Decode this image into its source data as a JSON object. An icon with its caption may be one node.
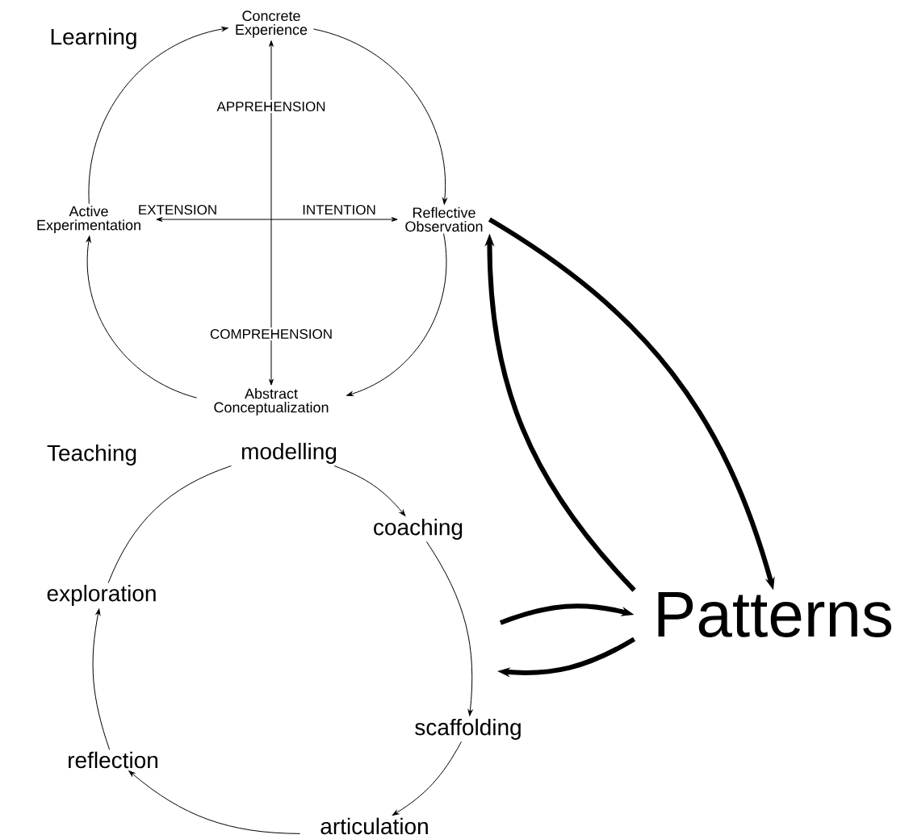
{
  "diagram": {
    "nodes": [
      {
        "text": [
          "Concrete Experience"
        ]
      },
      {
        "text": [
          "Reflective Observation"
        ]
      },
      {
        "text": [
          "Abstract Conceptualization"
        ]
      },
      {
        "text": [
          "Active Experimentation"
        ]
      },
      {
        "text": [
          "Patterns"
        ]
      },
      {
        "text": [
          "modelling"
        ]
      },
      {
        "text": [
          "coaching"
        ]
      },
      {
        "text": [
          "scaffolding"
        ]
      },
      {
        "text": [
          "articulation"
        ]
      },
      {
        "text": [
          "reflection"
        ]
      },
      {
        "text": [
          "exploration"
        ]
      }
    ],
    "edges": [
      {
        "from": 3,
        "to": 0,
        "arrow": "to"
      },
      {
        "from": 0,
        "to": 1,
        "arrow": "to"
      },
      {
        "from": 1,
        "to": 2,
        "arrow": "to"
      },
      {
        "from": 2,
        "to": 3,
        "arrow": "to"
      },
      {
        "from": 2,
        "to": 0,
        "arrow": "both"
      },
      {
        "from": 3,
        "to": 1,
        "arrow": "both"
      },
      {
        "from": 5,
        "to": 6,
        "arrow": "to"
      },
      {
        "from": 6,
        "to": 7,
        "arrow": "to"
      },
      {
        "from": 7,
        "to": 8,
        "arrow": "to"
      },
      {
        "from": 8,
        "to": 9,
        "arrow": "to"
      },
      {
        "from": 9,
        "to": 10,
        "arrow": "to"
      },
      {
        "from": 10,
        "to": 5,
        "arrow": "none"
      },
      {
        "from": 1,
        "to": 4,
        "arrow": "to",
        "style": "thick"
      },
      {
        "from": 4,
        "to": 1,
        "arrow": "to",
        "style": "thick"
      },
      {
        "from": null,
        "to": 4,
        "arrow": "to",
        "style": "thick"
      },
      {
        "from": 4,
        "to": null,
        "arrow": "to",
        "style": "thick"
      }
    ],
    "labels": [
      "Learning",
      "APPREHENSION",
      "EXTENSION",
      "INTENTION",
      "COMPREHENSION",
      "Teaching"
    ]
  }
}
